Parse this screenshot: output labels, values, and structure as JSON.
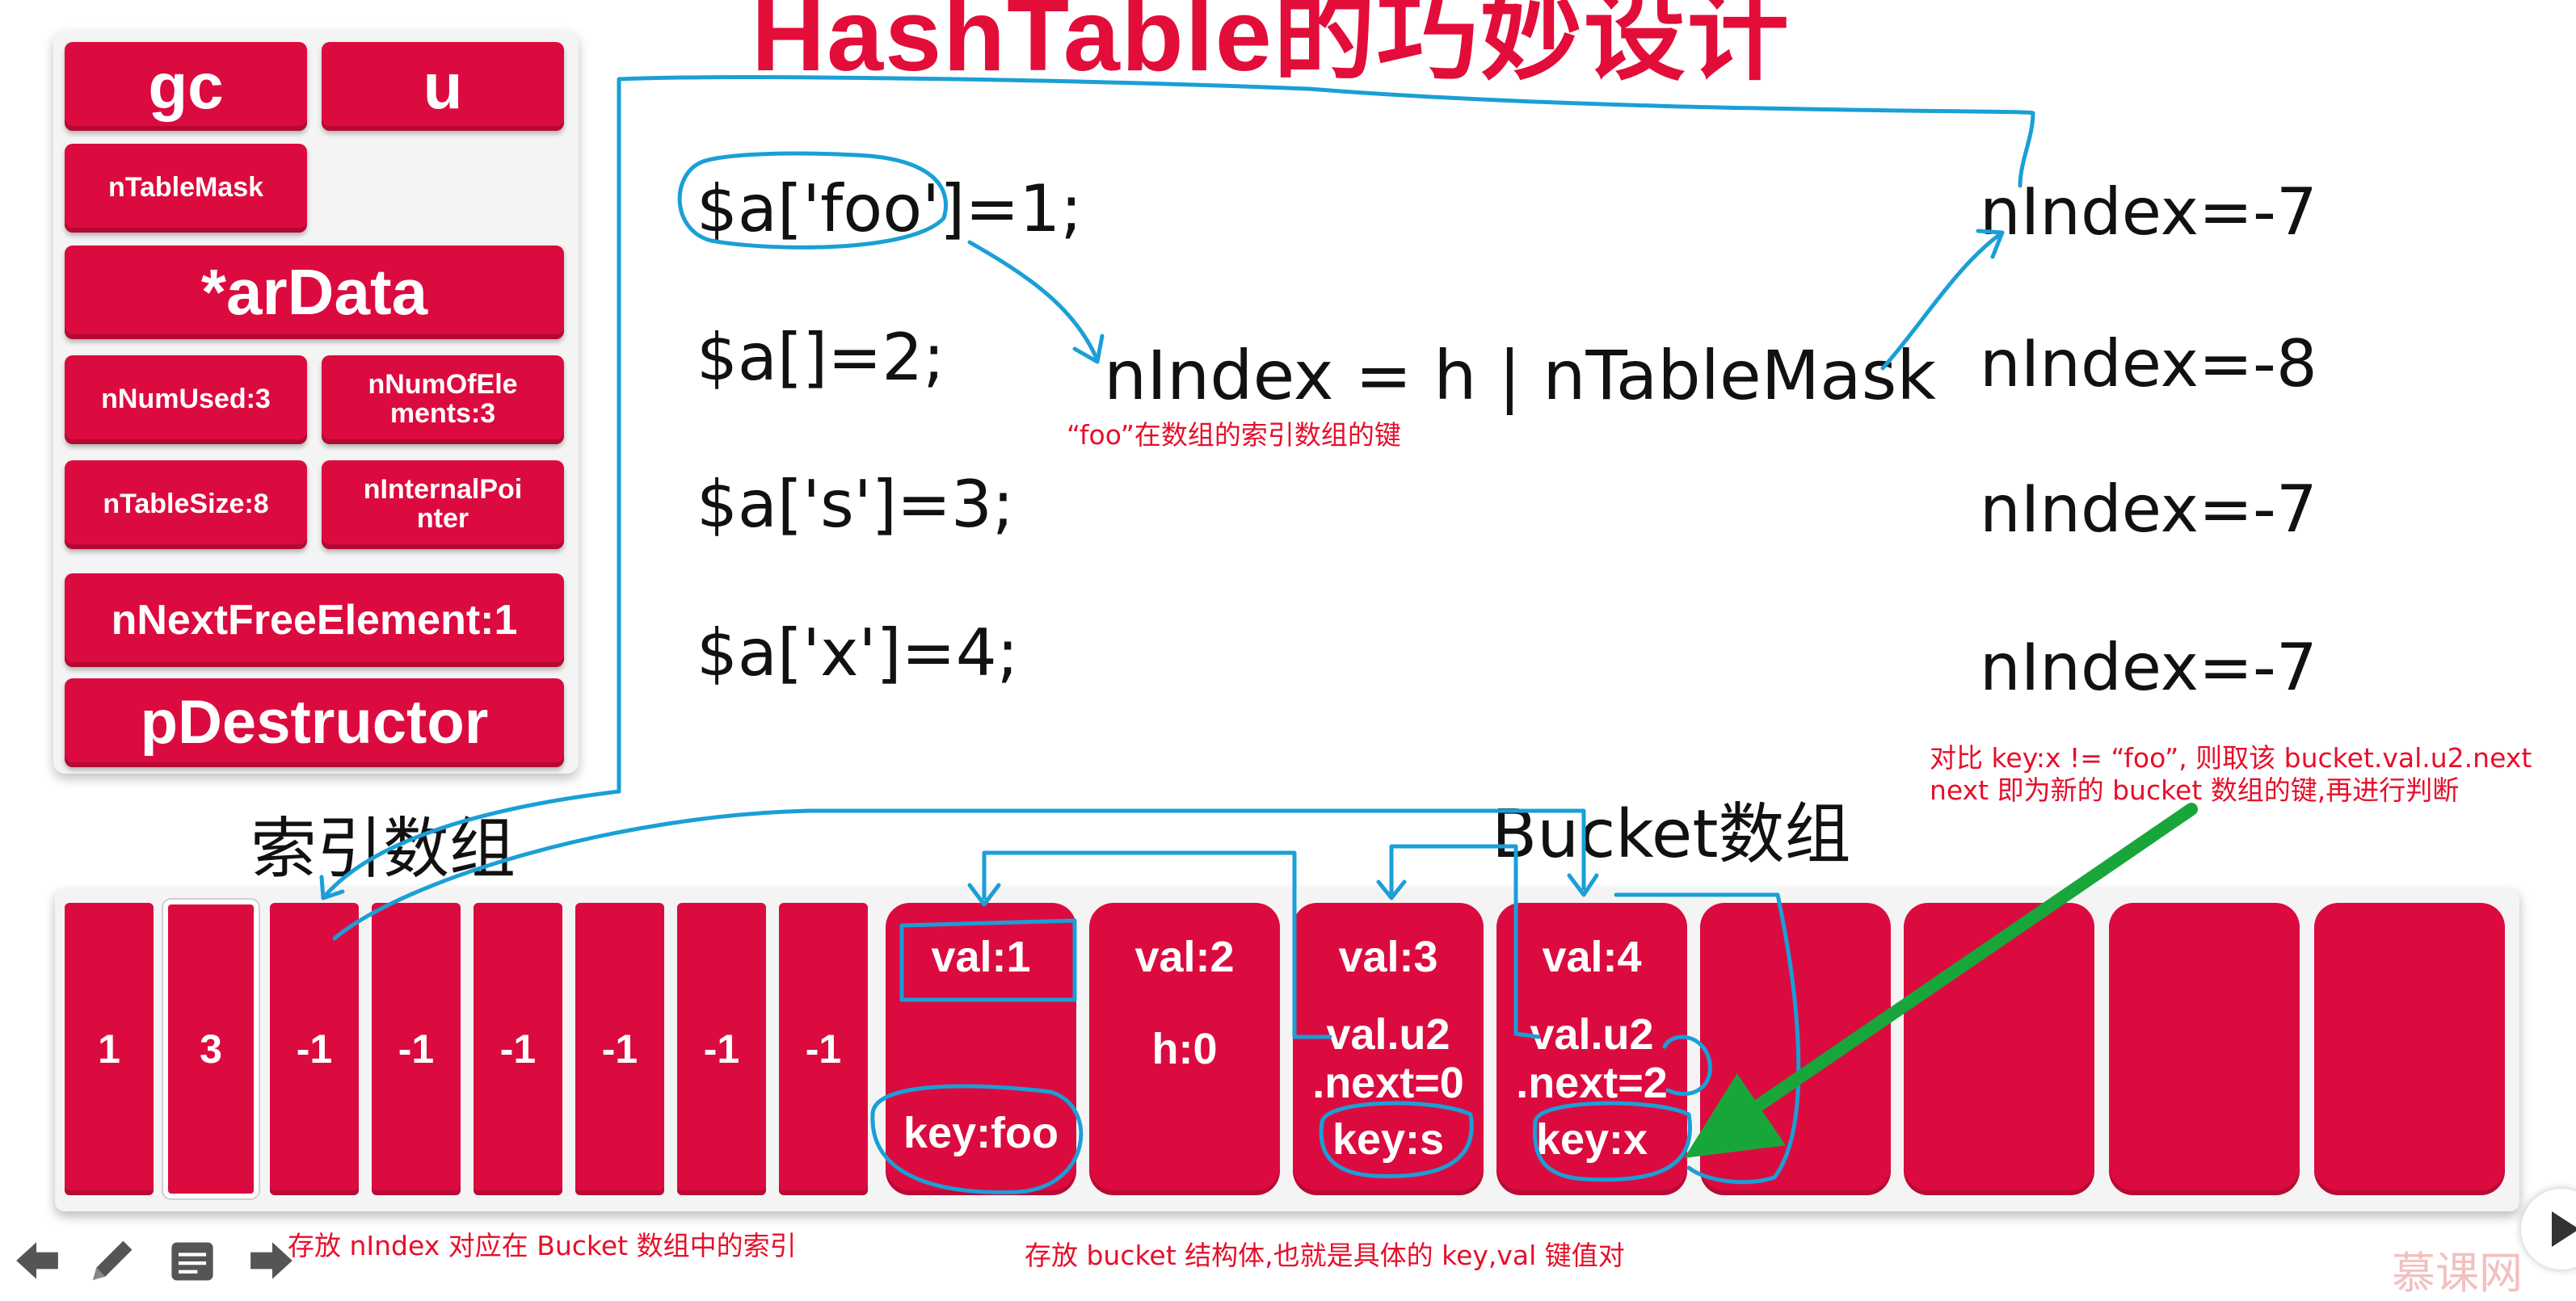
{
  "slide_title": "HashTable的巧妙设计",
  "struct_fields": {
    "gc": "gc",
    "u": "u",
    "nTableMask": "nTableMask",
    "arData": "*arData",
    "nNumUsed": "nNumUsed:3",
    "nNumOfElements": "nNumOfEle\nments:3",
    "nTableSize": "nTableSize:8",
    "nInternalPointer": "nInternalPoi\nnter",
    "nNextFreeElement": "nNextFreeElement:1",
    "pDestructor": "pDestructor"
  },
  "code_lines": [
    "$a['foo']=1;",
    "$a[]=2;",
    "$a['s']=3;",
    "$a['x']=4;"
  ],
  "formula": "nIndex = h | nTableMask",
  "formula_note": "“foo”在数组的索引数组的键",
  "nindex_values": [
    "nIndex=-7",
    "nIndex=-8",
    "nIndex=-7",
    "nIndex=-7"
  ],
  "compare_note": {
    "line1": "对比 key:x != “foo”, 则取该 bucket.val.u2.next",
    "line2": "next 即为新的 bucket 数组的键,再进行判断"
  },
  "index_array_label": "索引数组",
  "bucket_array_label": "Bucket数组",
  "index_cells": [
    "1",
    "3",
    "-1",
    "-1",
    "-1",
    "-1",
    "-1",
    "-1"
  ],
  "buckets": [
    {
      "val": "val:1",
      "mid": "",
      "mid2": "",
      "key": "key:foo"
    },
    {
      "val": "val:2",
      "mid": "h:0",
      "mid2": "",
      "key": ""
    },
    {
      "val": "val:3",
      "mid": "val.u2",
      "mid2": ".next=0",
      "key": "key:s"
    },
    {
      "val": "val:4",
      "mid": "val.u2",
      "mid2": ".next=2",
      "key": "key:x"
    }
  ],
  "index_array_note": "存放 nIndex 对应在 Bucket 数组中的索引",
  "bucket_array_note": "存放 bucket 结构体,也就是具体的 key,val 键值对",
  "watermark": "慕课网",
  "colors": {
    "cell_red": "#dc0b3f",
    "annotation_red": "#e60f2a",
    "pen_blue": "#1a9fd6",
    "arrow_green": "#18a63a"
  },
  "icons": [
    "prev-arrow-icon",
    "pen-icon",
    "notes-icon",
    "next-arrow-icon",
    "play-icon"
  ]
}
